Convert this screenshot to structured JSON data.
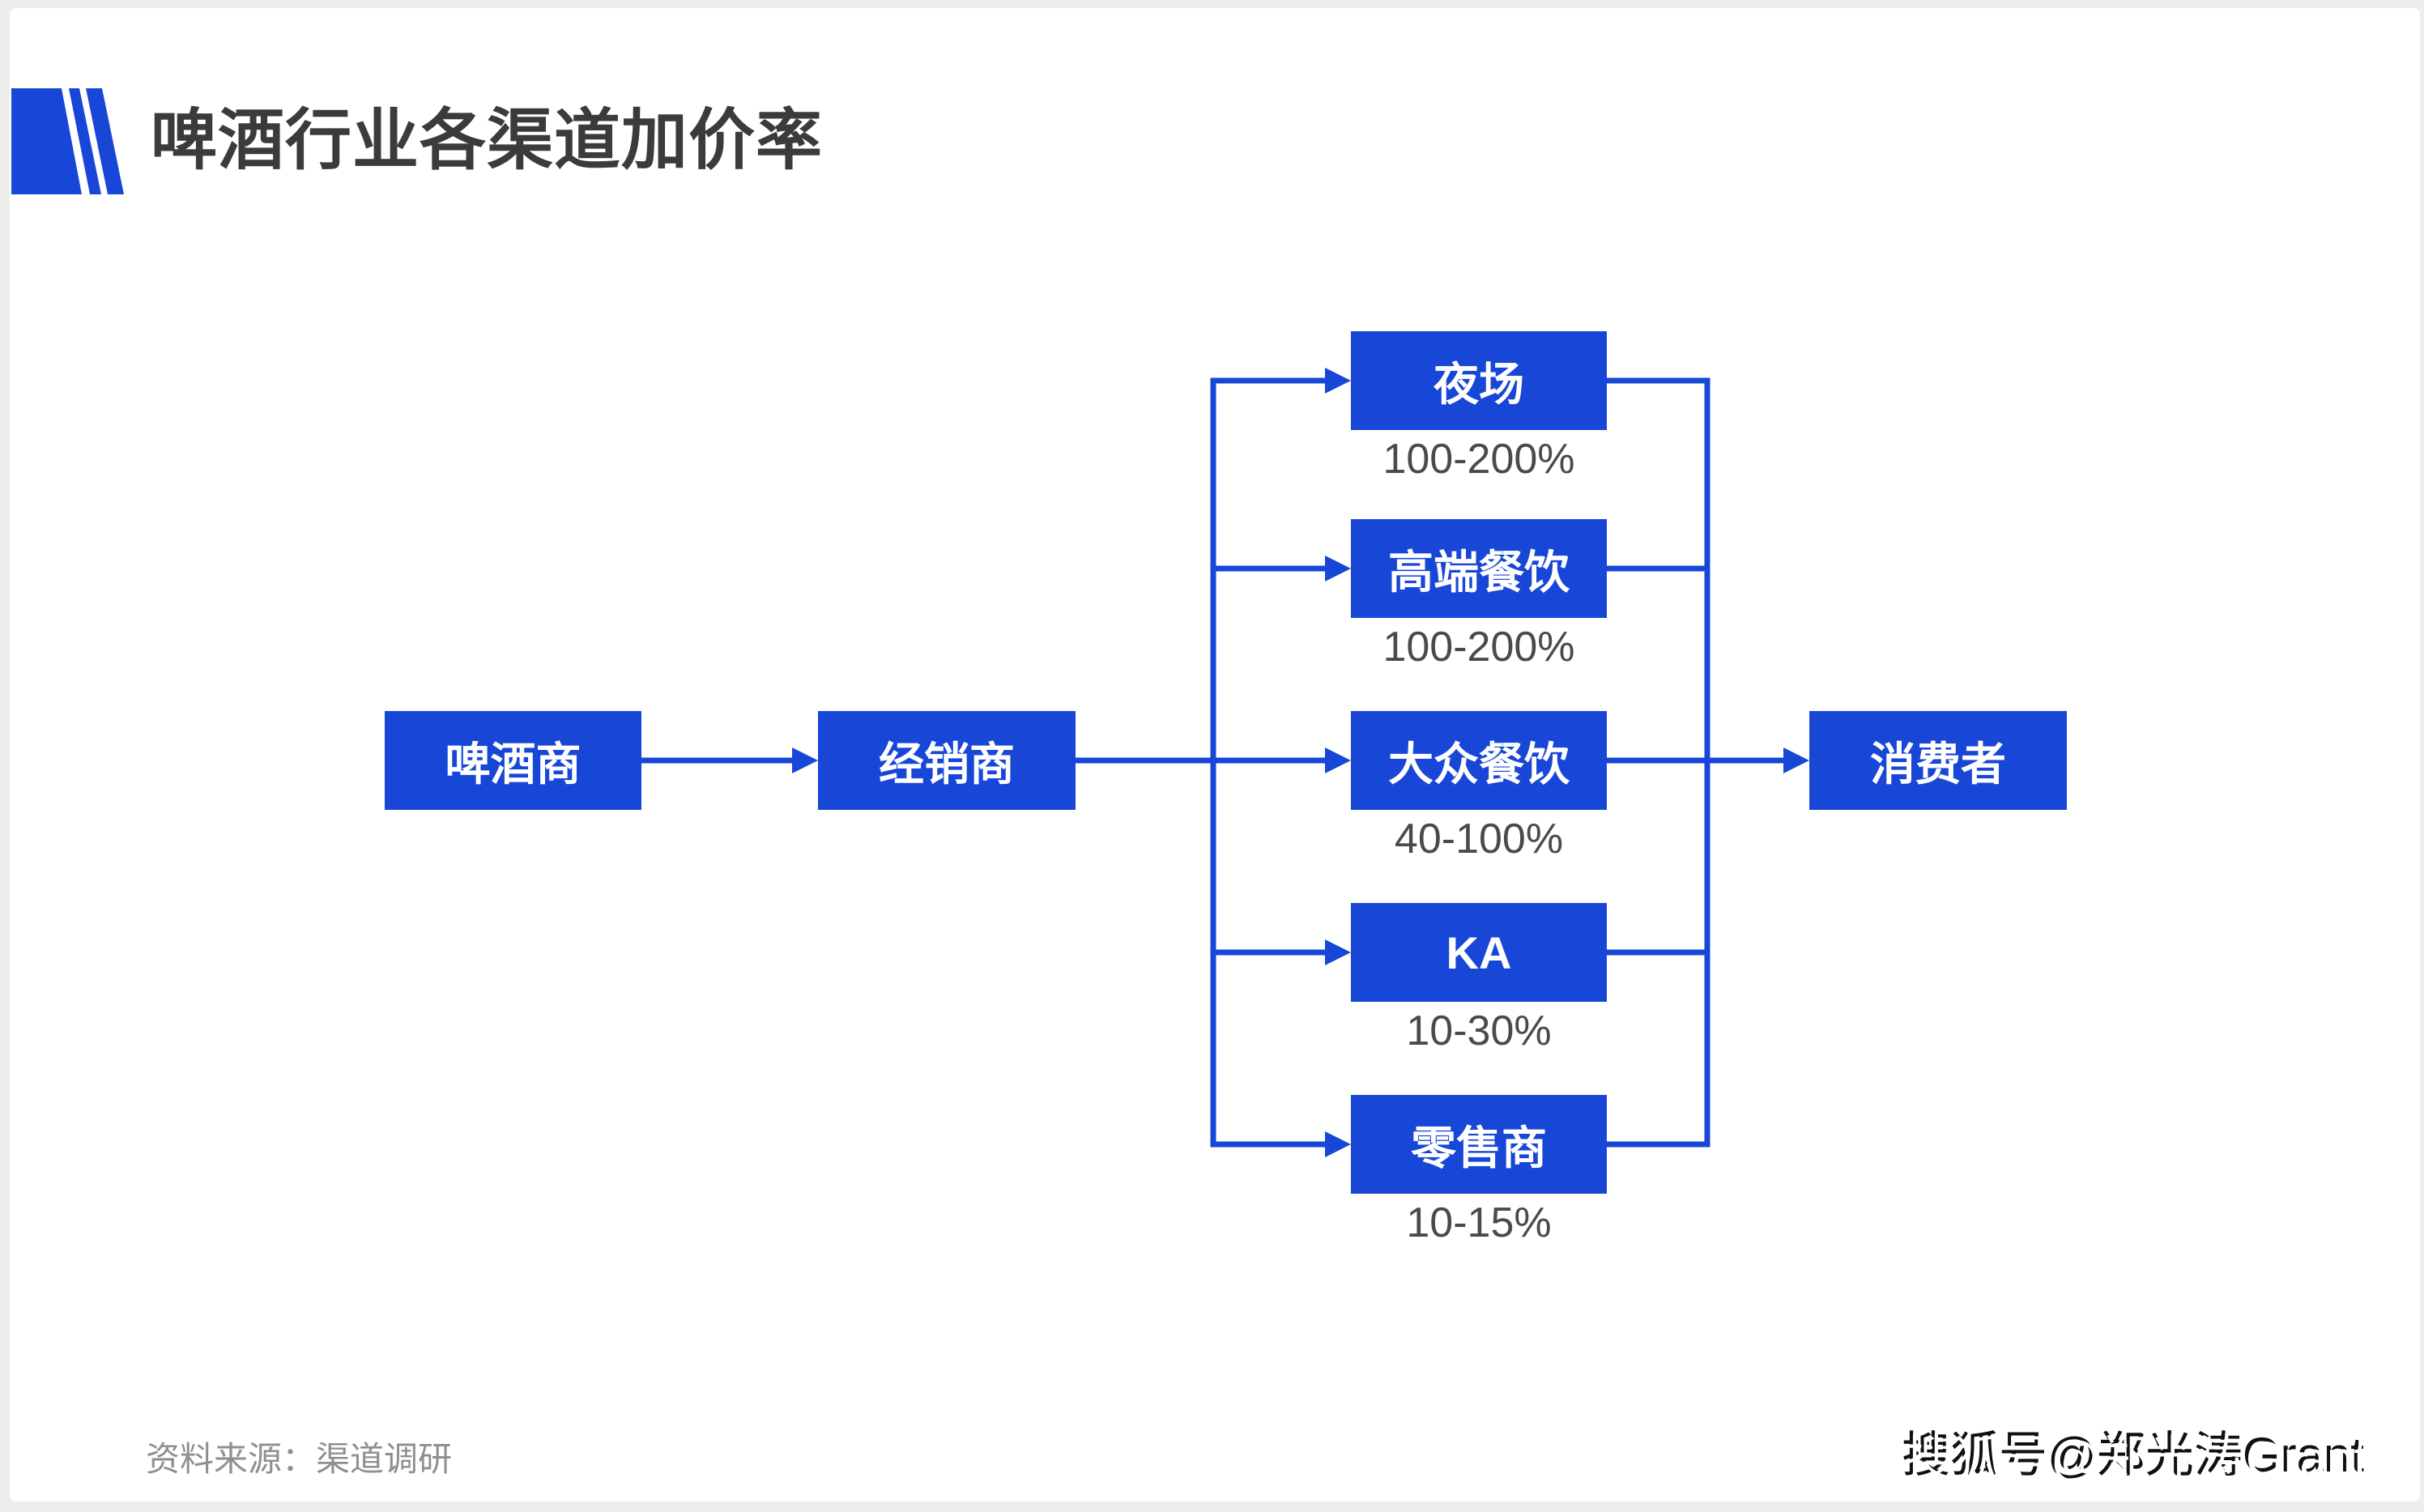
{
  "page": {
    "title": "啤酒行业各渠道加价率",
    "source_note": "资料来源：渠道调研",
    "watermark": "搜狐号@郑光涛Grant"
  },
  "colors": {
    "primary_blue": "#1847d8",
    "title_text": "#3b3b3b",
    "rate_text": "#4a4a4a",
    "source_text": "#8f8f8f",
    "watermark_fill": "#ffffff",
    "watermark_shadow": "#101010",
    "page_background": "#ededed",
    "card_background": "#ffffff"
  },
  "flow": {
    "producer": {
      "label": "啤酒商"
    },
    "distributor": {
      "label": "经销商"
    },
    "consumer": {
      "label": "消费者"
    },
    "channels": [
      {
        "label": "夜场",
        "markup": "100-200%"
      },
      {
        "label": "高端餐饮",
        "markup": "100-200%"
      },
      {
        "label": "大众餐饮",
        "markup": "40-100%"
      },
      {
        "label": "KA",
        "markup": "10-30%"
      },
      {
        "label": "零售商",
        "markup": "10-15%"
      }
    ]
  }
}
